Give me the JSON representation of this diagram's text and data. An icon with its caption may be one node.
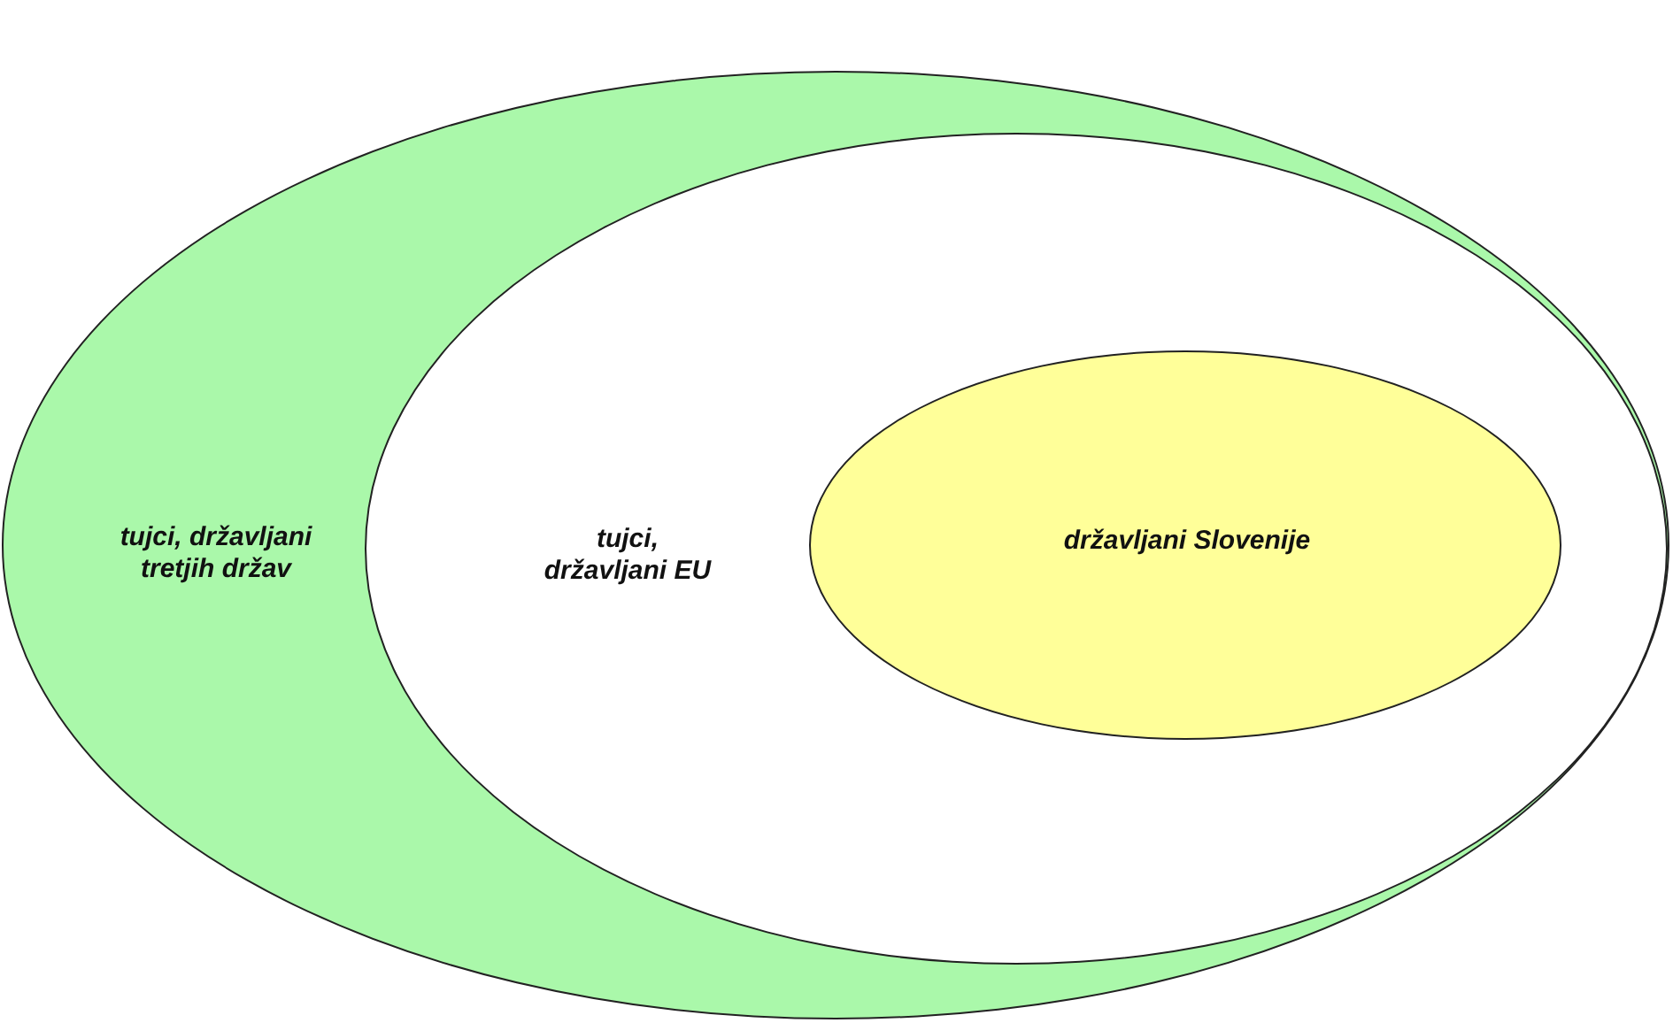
{
  "diagram": {
    "nodes": [
      {
        "text": [
          "tujci, državljani tretjih držav"
        ]
      },
      {
        "text": [
          "tujci, državljani EU"
        ],
        "in": 0
      },
      {
        "text": [
          "državljani Slovenije"
        ],
        "in": 1
      }
    ]
  }
}
